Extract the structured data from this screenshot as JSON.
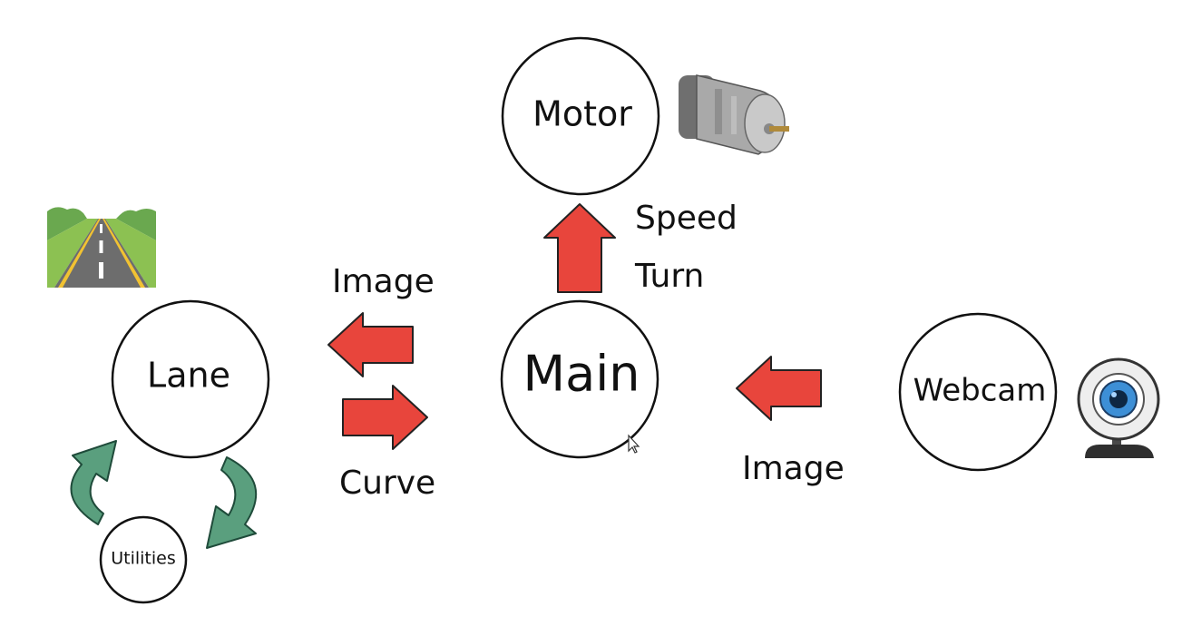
{
  "nodes": {
    "motor": {
      "label": "Motor"
    },
    "main": {
      "label": "Main"
    },
    "lane": {
      "label": "Lane"
    },
    "webcam": {
      "label": "Webcam"
    },
    "utilities": {
      "label": "Utilities"
    }
  },
  "edges": {
    "main_to_motor": {
      "line1": "Speed",
      "line2": "Turn"
    },
    "main_to_lane": {
      "label": "Image"
    },
    "lane_to_main": {
      "label": "Curve"
    },
    "webcam_to_main": {
      "label": "Image"
    }
  },
  "icons": {
    "motor": "dc-motor-icon",
    "lane": "road-icon",
    "webcam": "webcam-icon",
    "cycle": "cycle-arrows-icon"
  },
  "colors": {
    "arrow_fill": "#e8453c",
    "cycle_arrow_fill": "#5a9f7e",
    "node_stroke": "#111111"
  }
}
